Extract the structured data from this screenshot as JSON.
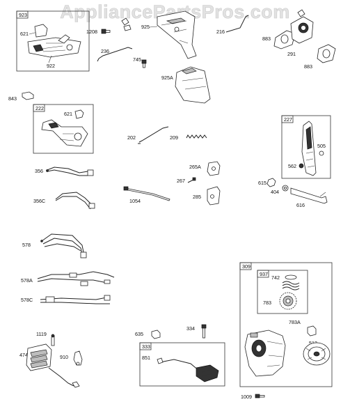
{
  "watermark": "AppliancePartsPros.com",
  "labels": {
    "l923": "923",
    "l621a": "621",
    "l922": "922",
    "l1208": "1208",
    "l925": "925",
    "l236": "236",
    "l745": "745",
    "l216": "216",
    "l883a": "883",
    "l291": "291",
    "l883b": "883",
    "l925a": "925A",
    "l843": "843",
    "l222": "222",
    "l621b": "621",
    "l202": "202",
    "l209": "209",
    "l227": "227",
    "l505": "505",
    "l562": "562",
    "l356": "356",
    "l265a": "265A",
    "l267": "267",
    "l615": "615",
    "l404": "404",
    "l616": "616",
    "l356c": "356C",
    "l1054": "1054",
    "l285": "285",
    "l578": "578",
    "l578a": "578A",
    "l578c": "578C",
    "l309": "309",
    "l937": "937",
    "l742": "742",
    "l783": "783",
    "l783a": "783A",
    "l513": "513",
    "l1119": "1119",
    "l474": "474",
    "l910": "910",
    "l635": "635",
    "l334": "334",
    "l333": "333",
    "l851": "851",
    "l1009": "1009"
  }
}
